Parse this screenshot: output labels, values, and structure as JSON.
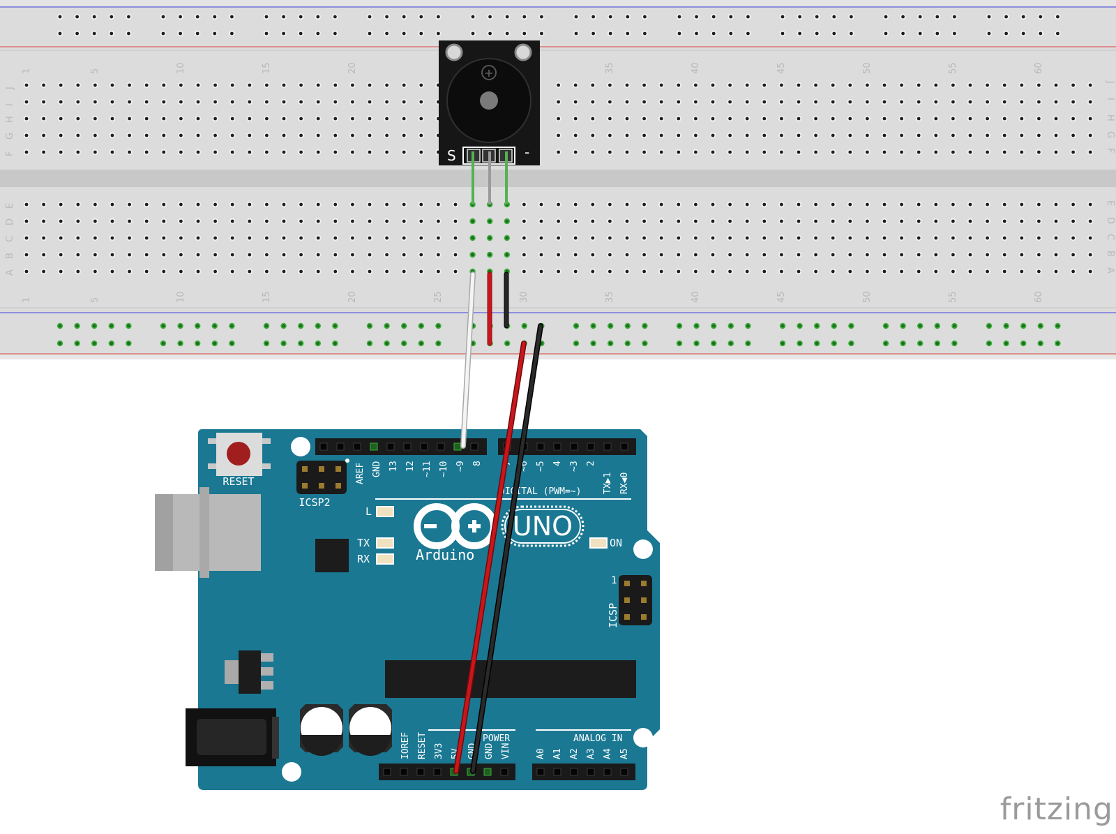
{
  "breadboard": {
    "row_letters_top": [
      "J",
      "I",
      "H",
      "G",
      "F"
    ],
    "row_letters_bottom": [
      "E",
      "D",
      "C",
      "B",
      "A"
    ],
    "column_numbers": [
      "1",
      "5",
      "10",
      "15",
      "20",
      "25",
      "30",
      "35",
      "40",
      "45",
      "50",
      "55",
      "60"
    ]
  },
  "buzzer": {
    "signal_label": "S",
    "minus_label": "-",
    "plus_symbol": "+"
  },
  "arduino": {
    "reset_label": "RESET",
    "icsp2_label": "ICSP2",
    "icsp_label": "ICSP",
    "icsp_pin1": "1",
    "led_l": "L",
    "led_tx": "TX",
    "led_rx": "RX",
    "led_on": "ON",
    "brand": "Arduino",
    "model": "UNO",
    "digital_label": "DIGITAL (PWM=~)",
    "power_label": "POWER",
    "analog_label": "ANALOG IN",
    "digital_pins_left": [
      "AREF",
      "GND",
      "13",
      "12",
      "~11",
      "~10",
      "~9",
      "8"
    ],
    "digital_pins_right": [
      "7",
      "~6",
      "~5",
      "4",
      "~3",
      "2",
      "TX▶1",
      "RX◀0"
    ],
    "power_pins": [
      "IOREF",
      "RESET",
      "3V3",
      "5V",
      "GND",
      "GND",
      "VIN"
    ],
    "analog_pins": [
      "A0",
      "A1",
      "A2",
      "A3",
      "A4",
      "A5"
    ]
  },
  "watermark": "fritzing",
  "colors": {
    "board": "#1a7893",
    "breadboard": "#dcdcdc",
    "wire_red": "#c8161d",
    "wire_black": "#222222",
    "wire_white": "#f2f2f2",
    "rail_red": "#e63a3a",
    "rail_blue": "#3a3ae6"
  }
}
